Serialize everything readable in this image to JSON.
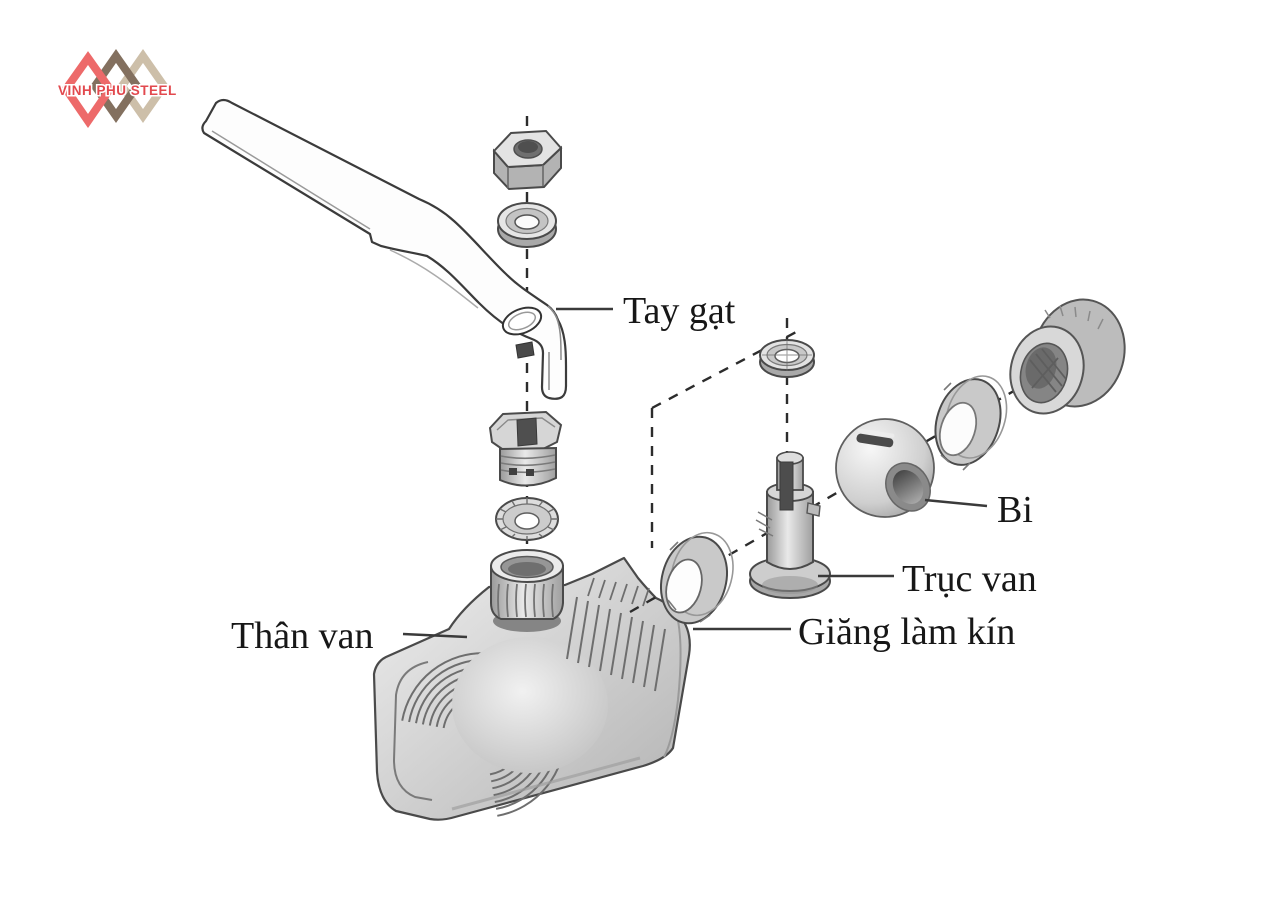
{
  "logo": {
    "text": "VINH PHU STEEL",
    "colors": {
      "diamond_red": "#ed6a6a",
      "diamond_brown": "#83705f",
      "diamond_tan": "#cdbfa9",
      "text": "#e2494e"
    }
  },
  "diagram": {
    "type": "exploded-view ball valve",
    "labels": {
      "handle": "Tay gạt",
      "ball": "Bi",
      "stem": "Trục van",
      "seal": "Giăng làm kín",
      "body": "Thân van"
    },
    "colors": {
      "ink": "#2c2c2c",
      "leader": "#3a3a3a",
      "label_text": "#171717",
      "background": "#ffffff"
    }
  }
}
